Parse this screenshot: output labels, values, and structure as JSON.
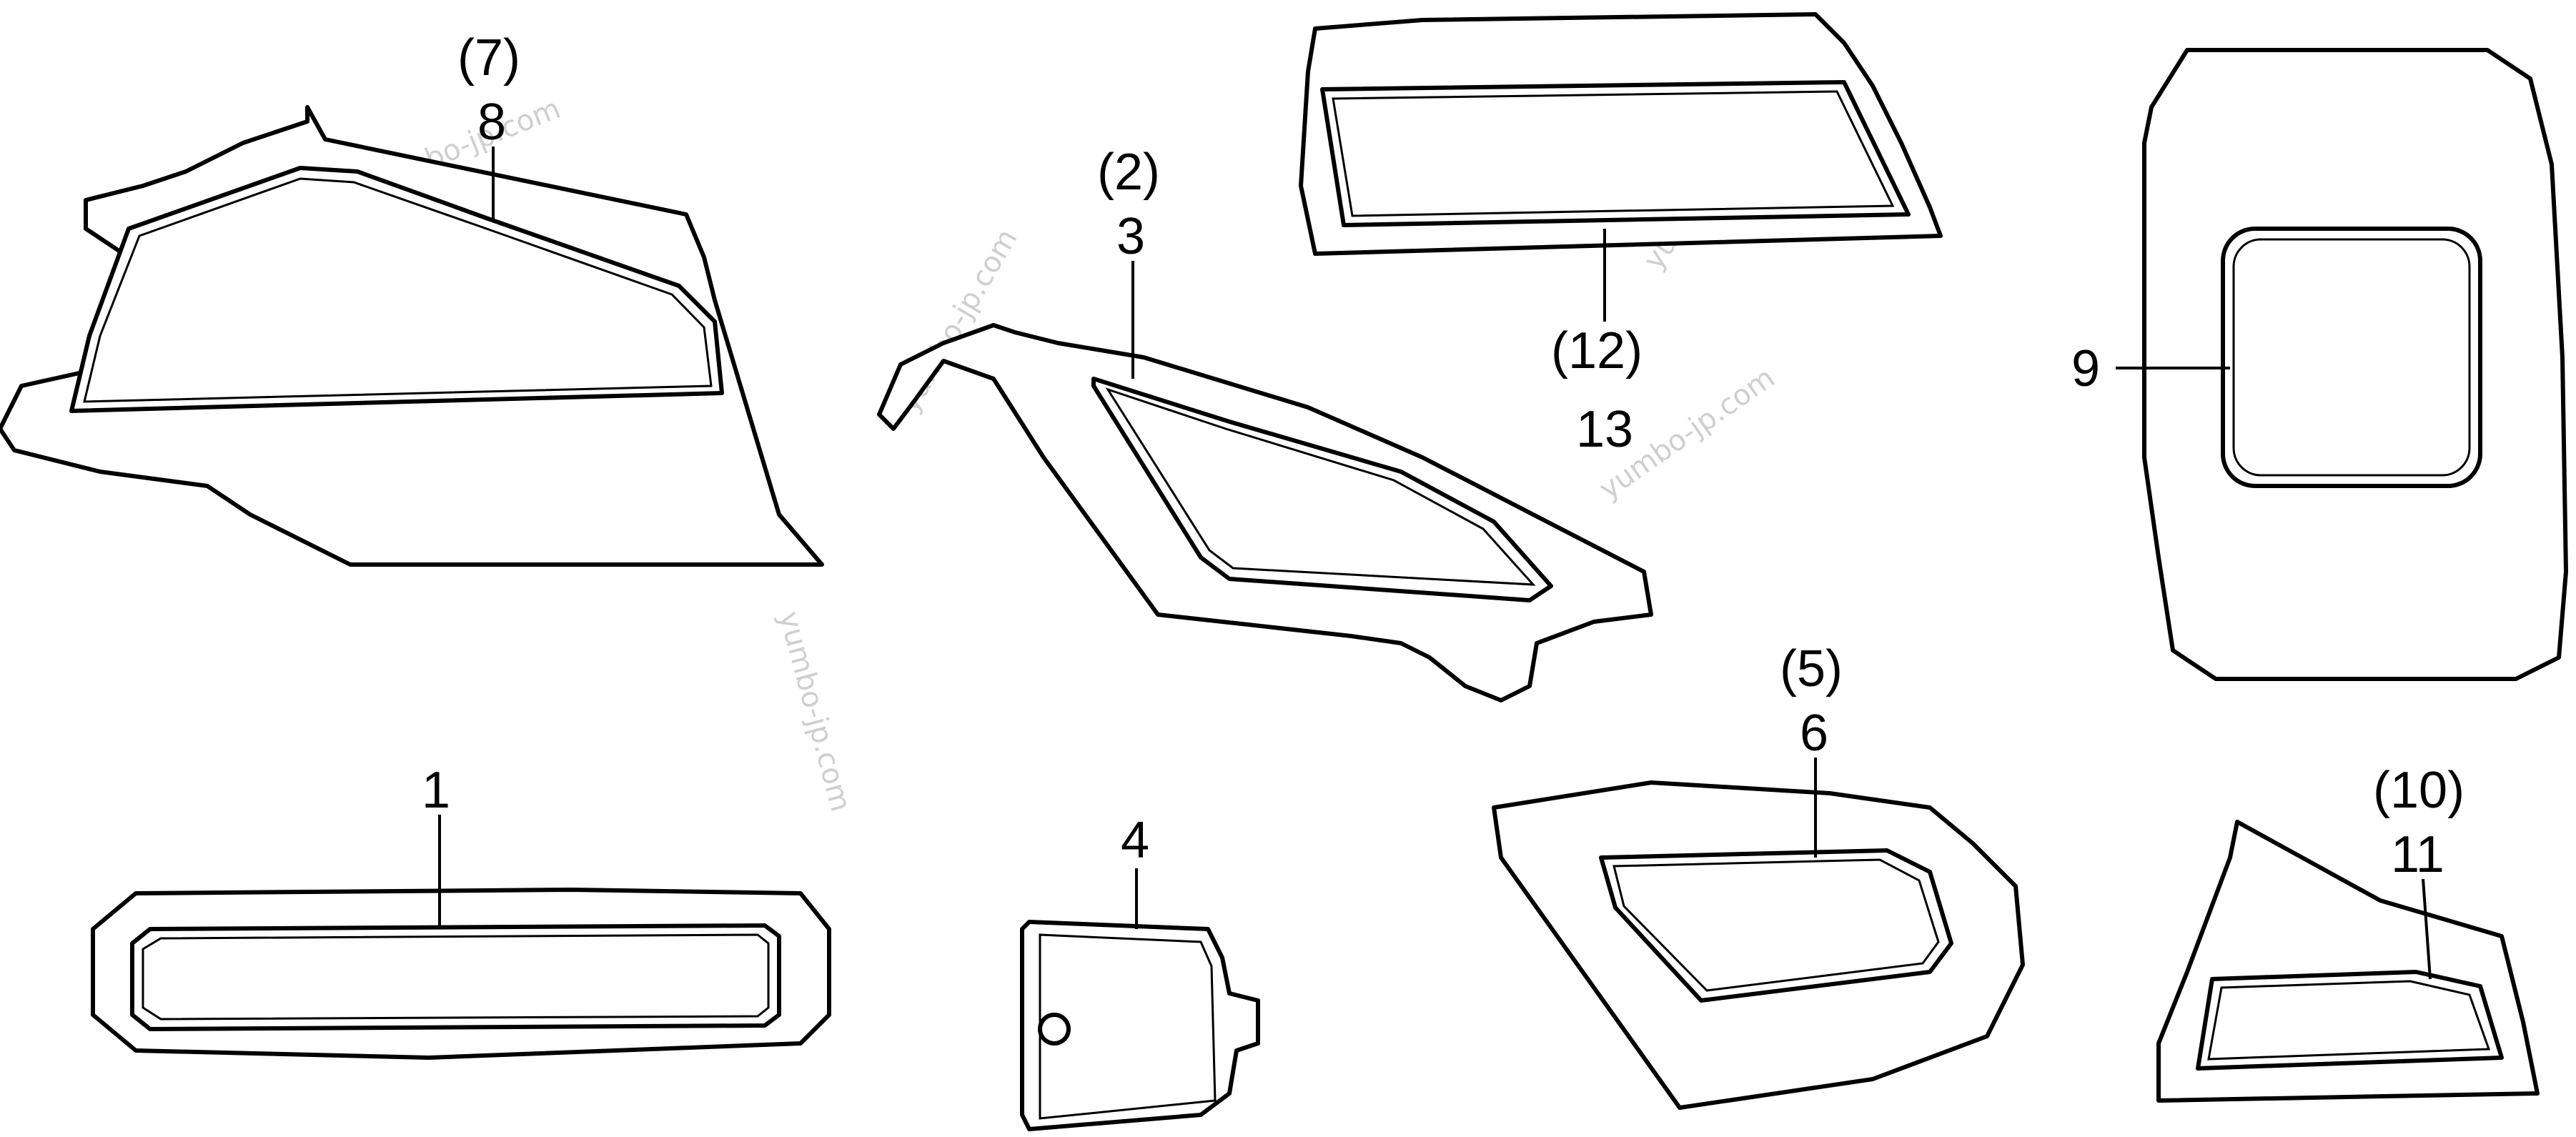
{
  "watermark": "yumbo-jp.com",
  "callouts": {
    "p7": "(7)",
    "p8": "8",
    "p2": "(2)",
    "p3": "3",
    "p12": "(12)",
    "p13": "13",
    "p9": "9",
    "p5": "(5)",
    "p6": "6",
    "p1": "1",
    "p4": "4",
    "p10": "(10)",
    "p11": "11"
  }
}
